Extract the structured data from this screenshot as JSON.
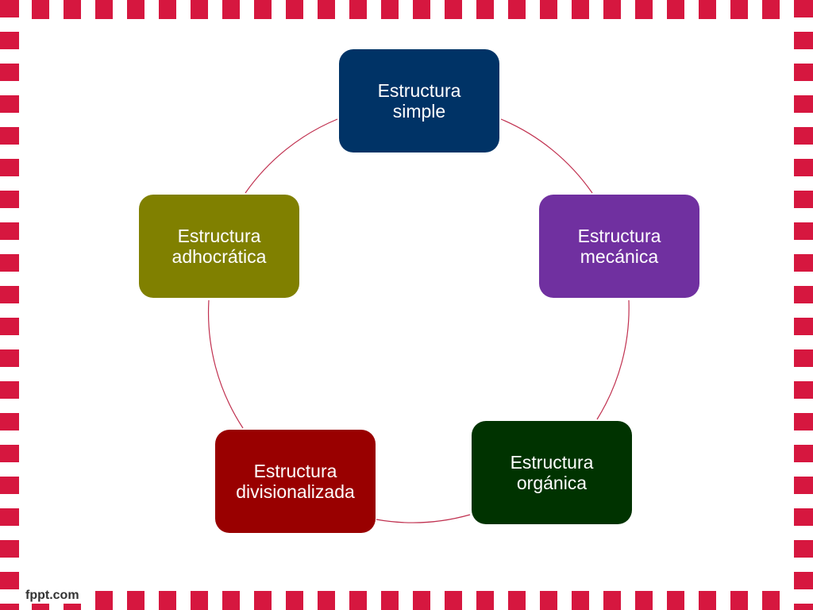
{
  "diagram": {
    "type": "cycle",
    "nodes": [
      {
        "id": "simple",
        "label": "Estructura\nsimple",
        "color": "#003366"
      },
      {
        "id": "mecanica",
        "label": "Estructura\nmecánica",
        "color": "#7030a0"
      },
      {
        "id": "organica",
        "label": "Estructura\norgánica",
        "color": "#003300"
      },
      {
        "id": "division",
        "label": "Estructura\ndivisionalizada",
        "color": "#990000"
      },
      {
        "id": "adhoc",
        "label": "Estructura\nadhocrática",
        "color": "#808000"
      }
    ],
    "connector_color": "#c0304f"
  },
  "footer": {
    "logo_text": "fppt.com"
  },
  "theme": {
    "border_color": "#d6173f"
  }
}
